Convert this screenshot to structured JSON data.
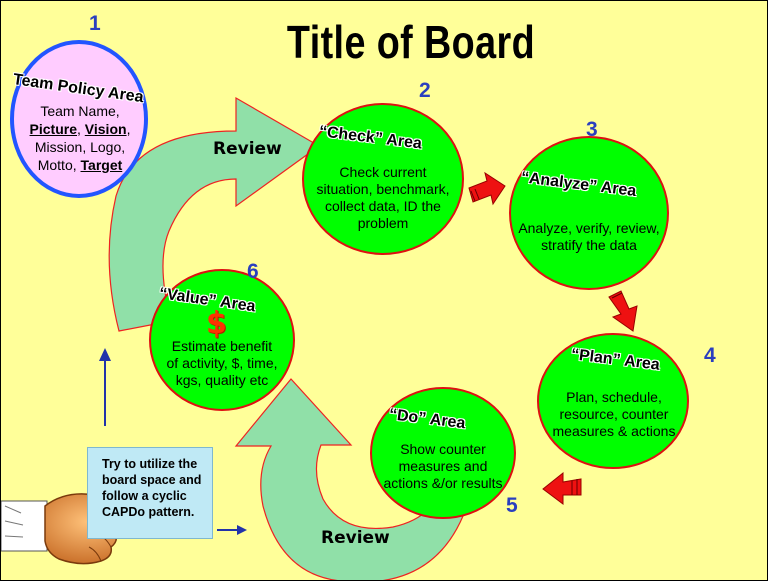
{
  "title": "Title of  Board",
  "steps": {
    "policy": {
      "number": "1",
      "title": "Team Policy Area",
      "lines": [
        "Team Name,",
        "Picture",
        ", ",
        "Vision",
        ",",
        "Mission, Logo,",
        "Motto, ",
        "Target"
      ]
    },
    "check": {
      "number": "2",
      "title": "“Check” Area",
      "lines": [
        "Check current",
        "situation, benchmark,",
        "collect data, ID the",
        "problem"
      ]
    },
    "analyze": {
      "number": "3",
      "title": "“Analyze” Area",
      "lines": [
        "Analyze, verify, review,",
        "stratify the data"
      ]
    },
    "plan": {
      "number": "4",
      "title": "“Plan” Area",
      "lines": [
        "Plan, schedule,",
        "resource, counter",
        "measures & actions"
      ]
    },
    "do": {
      "number": "5",
      "title": "“Do” Area",
      "lines": [
        "Show counter",
        "measures and",
        "actions &/or results"
      ]
    },
    "value": {
      "number": "6",
      "title": "“Value” Area",
      "symbol": "$",
      "lines": [
        "Estimate benefit",
        "of activity, $, time,",
        "kgs, quality etc"
      ]
    }
  },
  "review_top": "Review",
  "review_bottom": "Review",
  "note": "Try to utilize the board space and follow a cyclic CAPDo pattern.",
  "colors": {
    "background": "#ffff99",
    "circle_fill": "#00ff00",
    "circle_border": "#dd1111",
    "policy_fill": "#ffccff",
    "policy_border": "#2255ff",
    "cycle_arrow": "#90e0a8",
    "red_arrow": "#ee1111",
    "number": "#2a3fbf"
  },
  "icons": [
    "hand-pointing-icon",
    "red-block-arrow-icon",
    "blue-thin-arrow-icon"
  ]
}
